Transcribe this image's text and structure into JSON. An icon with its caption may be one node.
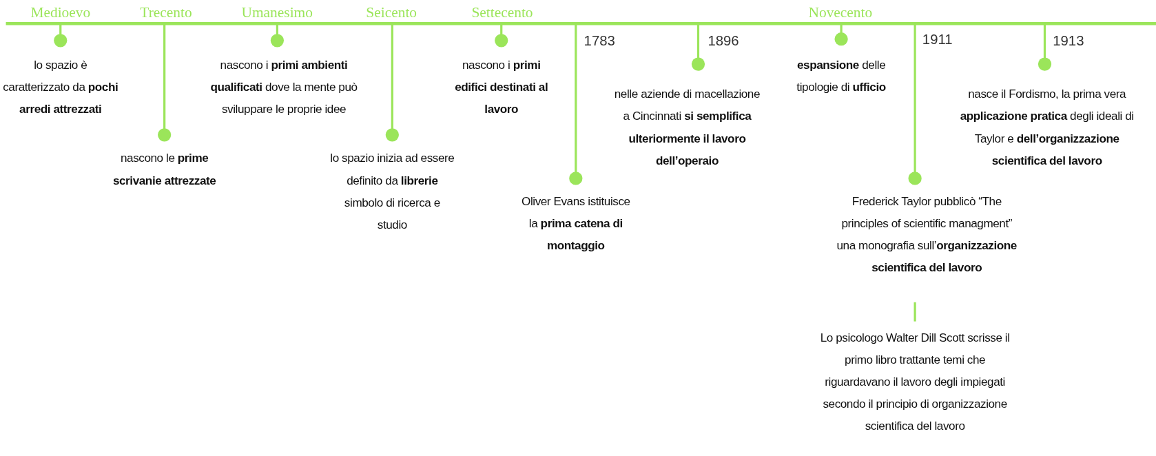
{
  "diagram": {
    "labels": [
      "Medioevo",
      "Trecento",
      "Umanesimo",
      "Seicento",
      "Settecento",
      "Novecento",
      "lo spazio è caratterizzato da **pochi arredi attrezzati**",
      "nascono le **prime scrivanie attrezzate**",
      "nascono i **primi ambienti qualificati** dove la mente può sviluppare le proprie idee",
      "lo spazio inizia ad essere definito da **librerie** simbolo di ricerca e studio",
      "nascono i **primi edifici destinati al lavoro**",
      "1783",
      "Oliver Evans istituisce la **prima catena di montaggio**",
      "1896",
      "nelle aziende di macellazione a Cincinnati **si semplifica ulteriormente il lavoro dell’operaio**",
      "**espansione** delle tipologie di **ufficio**",
      "1911",
      "Frederick Taylor pubblicò “The principles of scientific managment” una monografia sull’**organizzazione scientifica del lavoro**",
      "Lo psicologo Walter Dill Scott scrisse il primo libro trattante temi che riguardavano il lavoro degli impiegati secondo il principio di organizzazione scientifica del lavoro",
      "1913",
      "nasce il Fordismo, la prima vera **applicazione pratica** degli ideali di Taylor e **dell’organizzazione scientifica del lavoro**"
    ]
  }
}
